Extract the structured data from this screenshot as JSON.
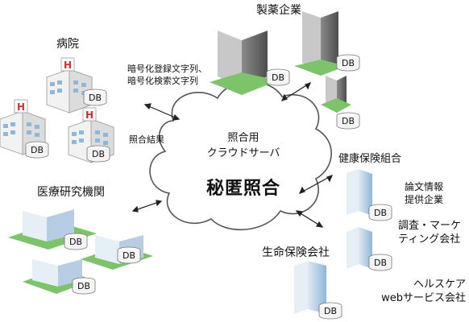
{
  "cloud": {
    "line1": "照合用",
    "line2": "クラウドサーバ",
    "main": "秘匿照合"
  },
  "groups": {
    "hospital": "病院",
    "pharma": "製薬企業",
    "research": "医療研究機関",
    "insurance_union": "健康保険組合",
    "life_insurance": "生命保険会社"
  },
  "flows": {
    "upload_line1": "暗号化登録文字列、",
    "upload_line2": "暗号化検索文字列",
    "result": "照合結果"
  },
  "companies": {
    "paper_line1": "論文情報",
    "paper_line2": "提供企業",
    "survey_line1": "調査・マーケ",
    "survey_line2": "ティング会社",
    "healthcare_line1": "ヘルスケア",
    "healthcare_line2": "webサービス会社"
  },
  "db_label": "DB",
  "colors": {
    "hospital_cross": "#d32f2f",
    "tower_blue": "#8fb7d9",
    "tower_dark": "#5a5a5a",
    "lawn": "#7cc36a",
    "cloud_stroke": "#555555"
  }
}
